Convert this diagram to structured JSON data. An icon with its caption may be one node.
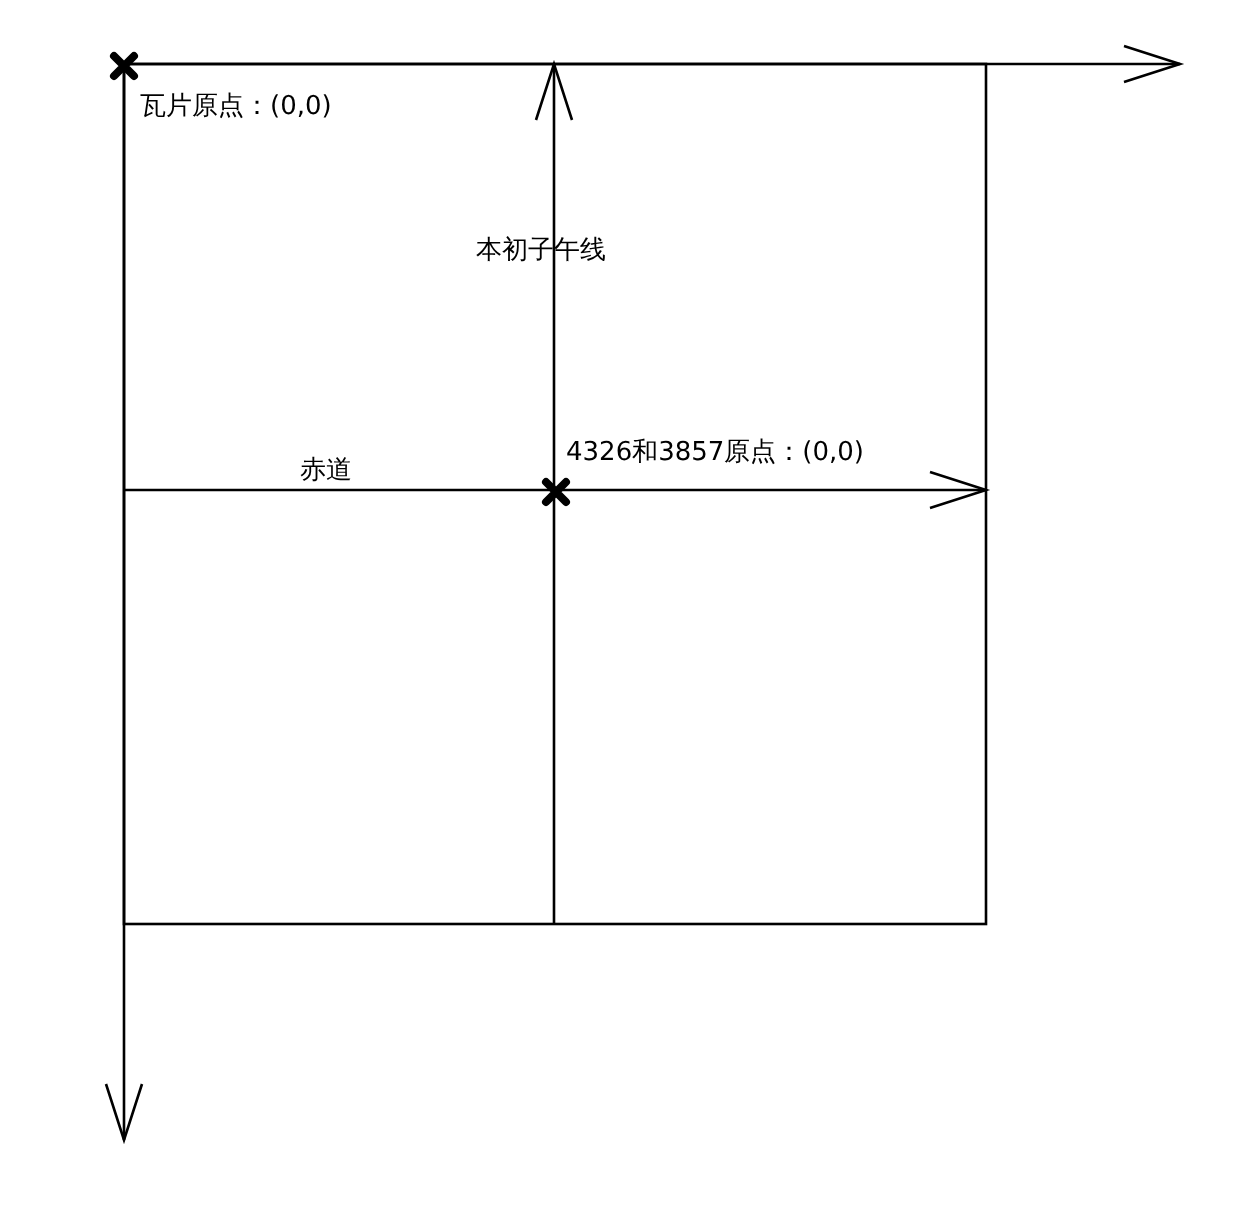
{
  "diagram": {
    "labels": [
      "瓦片原点：(0,0)",
      "本初子午线",
      "4326和3857原点：(0,0)",
      "赤道"
    ]
  }
}
